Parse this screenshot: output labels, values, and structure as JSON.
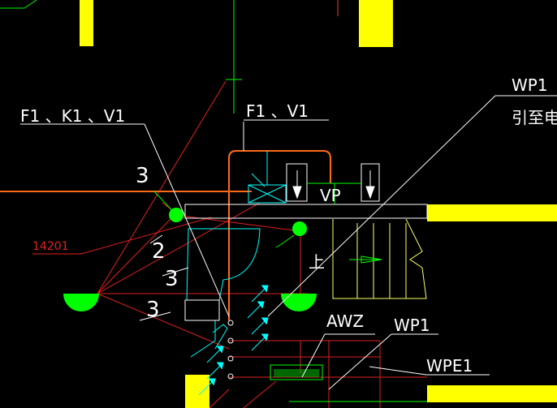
{
  "labels": {
    "f1_k1_v1": "F1 、K1 、V1",
    "f1_v1": "F1 、V1",
    "vp": "VP",
    "wp1_top": "WP1",
    "yin_zhi_dian": "引至电",
    "code_14201": "14201",
    "num_3a": "3",
    "num_2": "2",
    "num_3b": "3",
    "num_3c": "3",
    "shang": "上",
    "awz": "AWZ",
    "wp1_bottom": "WP1",
    "wpe1": "WPE1"
  },
  "colors": {
    "background": "#000000",
    "yellow": "#ffff00",
    "green": "#00ff00",
    "cyan": "#00ffff",
    "red": "#e02020",
    "orange": "#ff6a1a",
    "white": "#ffffff",
    "pale_yellow": "#ffff66"
  }
}
